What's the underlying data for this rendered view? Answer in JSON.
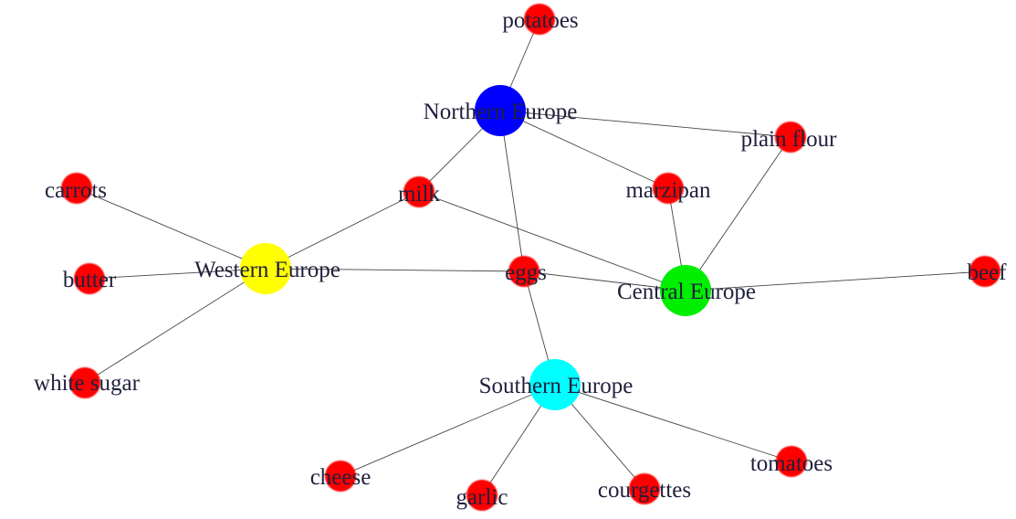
{
  "graph": {
    "nodes": [
      {
        "id": "northern",
        "label": "Northern Europe",
        "type": "region",
        "color": "#0000ff"
      },
      {
        "id": "western",
        "label": "Western Europe",
        "type": "region",
        "color": "#ffff00"
      },
      {
        "id": "central",
        "label": "Central Europe",
        "type": "region",
        "color": "#00ee00"
      },
      {
        "id": "southern",
        "label": "Southern Europe",
        "type": "region",
        "color": "#00ffff"
      },
      {
        "id": "potatoes",
        "label": "potatoes",
        "type": "ingredient",
        "color": "#ff0000"
      },
      {
        "id": "plain_flour",
        "label": "plain flour",
        "type": "ingredient",
        "color": "#ff0000"
      },
      {
        "id": "carrots",
        "label": "carrots",
        "type": "ingredient",
        "color": "#ff0000"
      },
      {
        "id": "milk",
        "label": "milk",
        "type": "ingredient",
        "color": "#ff0000"
      },
      {
        "id": "marzipan",
        "label": "marzipan",
        "type": "ingredient",
        "color": "#ff0000"
      },
      {
        "id": "butter",
        "label": "butter",
        "type": "ingredient",
        "color": "#ff0000"
      },
      {
        "id": "eggs",
        "label": "eggs",
        "type": "ingredient",
        "color": "#ff0000"
      },
      {
        "id": "beef",
        "label": "beef",
        "type": "ingredient",
        "color": "#ff0000"
      },
      {
        "id": "white_sugar",
        "label": "white sugar",
        "type": "ingredient",
        "color": "#ff0000"
      },
      {
        "id": "tomatoes",
        "label": "tomatoes",
        "type": "ingredient",
        "color": "#ff0000"
      },
      {
        "id": "cheese",
        "label": "cheese",
        "type": "ingredient",
        "color": "#ff0000"
      },
      {
        "id": "garlic",
        "label": "garlic",
        "type": "ingredient",
        "color": "#ff0000"
      },
      {
        "id": "courgettes",
        "label": "courgettes",
        "type": "ingredient",
        "color": "#ff0000"
      }
    ],
    "edges": [
      [
        "northern",
        "potatoes"
      ],
      [
        "northern",
        "plain_flour"
      ],
      [
        "northern",
        "marzipan"
      ],
      [
        "northern",
        "milk"
      ],
      [
        "northern",
        "eggs"
      ],
      [
        "western",
        "carrots"
      ],
      [
        "western",
        "butter"
      ],
      [
        "western",
        "white_sugar"
      ],
      [
        "western",
        "milk"
      ],
      [
        "western",
        "eggs"
      ],
      [
        "central",
        "milk"
      ],
      [
        "central",
        "marzipan"
      ],
      [
        "central",
        "plain_flour"
      ],
      [
        "central",
        "eggs"
      ],
      [
        "central",
        "beef"
      ],
      [
        "southern",
        "eggs"
      ],
      [
        "southern",
        "cheese"
      ],
      [
        "southern",
        "garlic"
      ],
      [
        "southern",
        "courgettes"
      ],
      [
        "southern",
        "tomatoes"
      ]
    ]
  }
}
